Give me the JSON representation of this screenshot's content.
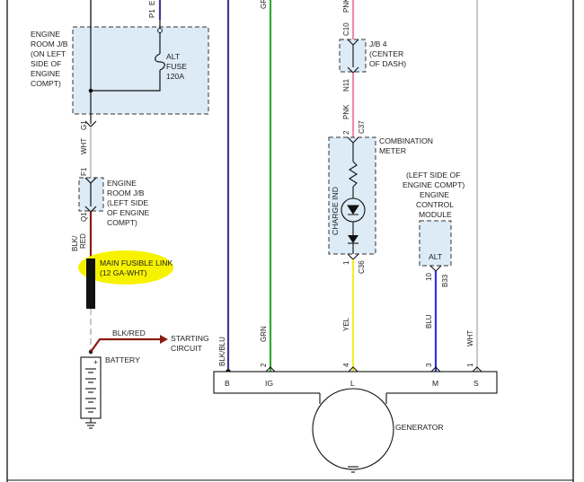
{
  "colors": {
    "wht": "#c9c9c9",
    "blk_red": "#8a1c12",
    "blk_blu": "#3c3d8c",
    "grn": "#35a82f",
    "pnk": "#f08ab3",
    "yel": "#f2ee2b",
    "blu": "#2b33e6",
    "highlight": "#f7f200",
    "component_fill": "#dcebf6"
  },
  "engine_room_jb_top": {
    "lines": [
      "ENGINE",
      "ROOM J/B",
      "(ON LEFT",
      "SIDE OF",
      "ENGINE",
      "COMPT)"
    ],
    "fuse_lines": [
      "ALT",
      "FUSE",
      "120A"
    ],
    "connector_in": "P1",
    "connector_in_cut": "E",
    "connector_out": "G1"
  },
  "engine_room_jb_lower": {
    "lines": [
      "ENGINE",
      "ROOM J/B",
      "(LEFT SIDE",
      "OF ENGINE",
      "COMPT)"
    ],
    "connector_in": "F1",
    "connector_out": "Q1"
  },
  "jb4": {
    "lines": [
      "J/B 4",
      "(CENTER",
      "OF DASH)"
    ],
    "connector_in": "C10",
    "connector_out": "N11"
  },
  "combination_meter": {
    "lines": [
      "COMBINATION",
      "METER"
    ],
    "indicator": "CHARGE IND",
    "pin_in": "2",
    "connector_in": "C37",
    "pin_out": "1",
    "connector_out": "C36"
  },
  "ecm": {
    "lines": [
      "(LEFT SIDE OF",
      "ENGINE COMPT)",
      "ENGINE",
      "CONTROL",
      "MODULE"
    ],
    "inner": "ALT",
    "pin": "10",
    "connector": "B33"
  },
  "fusible_link": {
    "lines": [
      "MAIN FUSIBLE LINK",
      "(12 GA-WHT)"
    ]
  },
  "starting": {
    "wire": "BLK/RED",
    "lines": [
      "STARTING",
      "CIRCUIT"
    ]
  },
  "battery": {
    "label": "BATTERY",
    "plus": "+"
  },
  "wires": {
    "top_wht": "WHT",
    "top_blkred": "BLK/\nRED",
    "blk_blu": "BLK/BLU",
    "grn": "GRN",
    "grn_cut": "GR",
    "pnk_top": "PNK",
    "pnk_mid": "PNK",
    "yel": "YEL",
    "blu": "BLU",
    "wht_s": "WHT"
  },
  "generator": {
    "label": "GENERATOR",
    "terminals": [
      "B",
      "IG",
      "L",
      "M",
      "S"
    ],
    "pins": [
      "2",
      "4",
      "3",
      "1"
    ]
  }
}
